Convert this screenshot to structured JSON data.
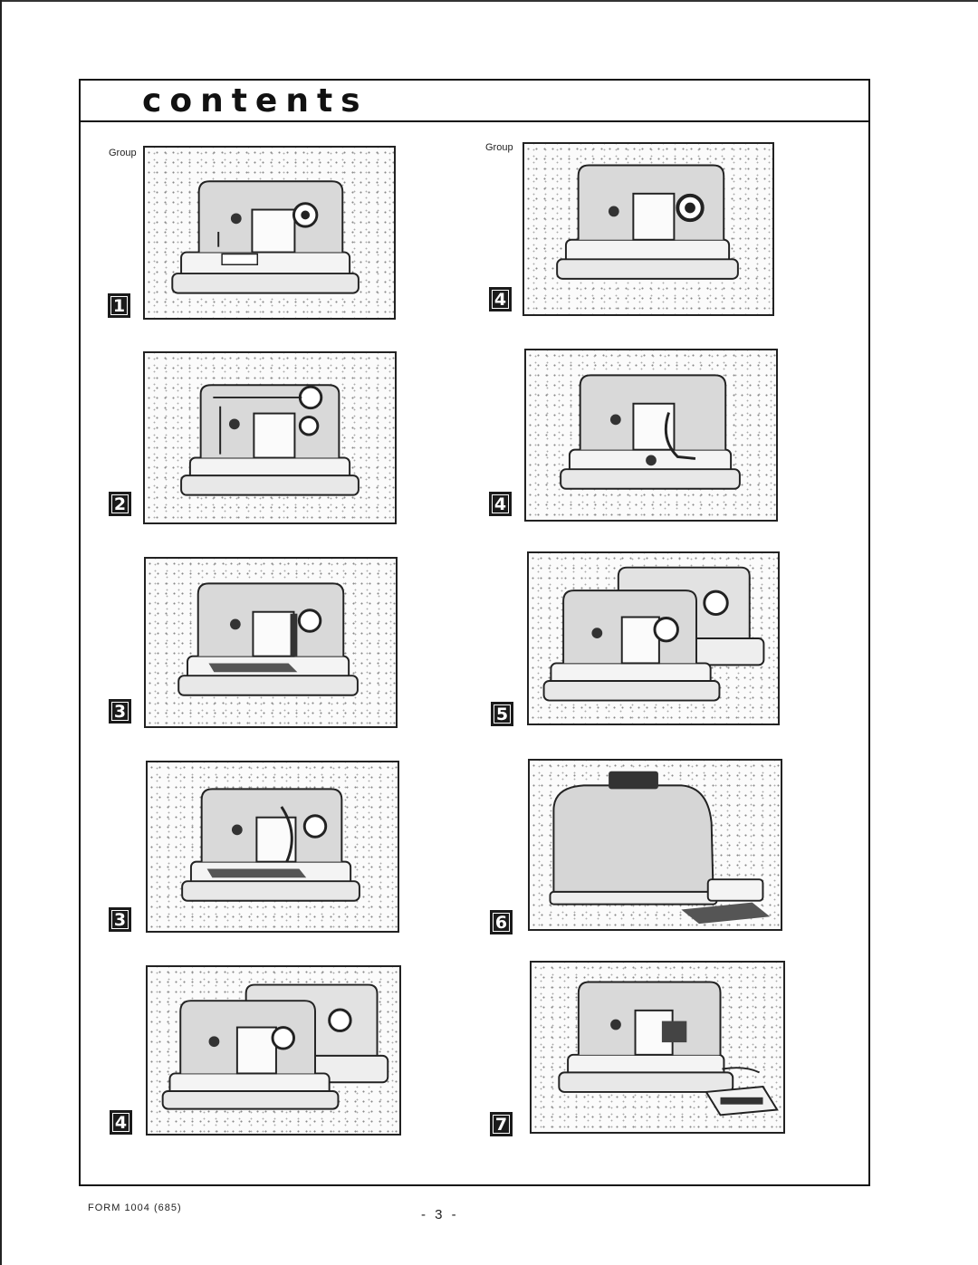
{
  "title": "contents",
  "group_label_left": "Group",
  "group_label_right": "Group",
  "left_column": [
    {
      "group": "1",
      "image": "sewing-machine-icon"
    },
    {
      "group": "2",
      "image": "sewing-machine-threading-icon"
    },
    {
      "group": "3",
      "image": "sewing-machine-bobbin-icon"
    },
    {
      "group": "3",
      "image": "sewing-machine-thread-path-icon"
    },
    {
      "group": "4",
      "image": "two-sewing-machines-icon"
    }
  ],
  "right_column": [
    {
      "group": "4",
      "image": "sewing-machine-dial-icon"
    },
    {
      "group": "4",
      "image": "sewing-machine-thread-guide-icon"
    },
    {
      "group": "5",
      "image": "two-sewing-machines-icon"
    },
    {
      "group": "6",
      "image": "machine-cover-case-icon"
    },
    {
      "group": "7",
      "image": "sewing-machine-foot-pedal-icon"
    }
  ],
  "footer": {
    "form": "FORM 1004 (685)",
    "page": "- 3 -"
  }
}
